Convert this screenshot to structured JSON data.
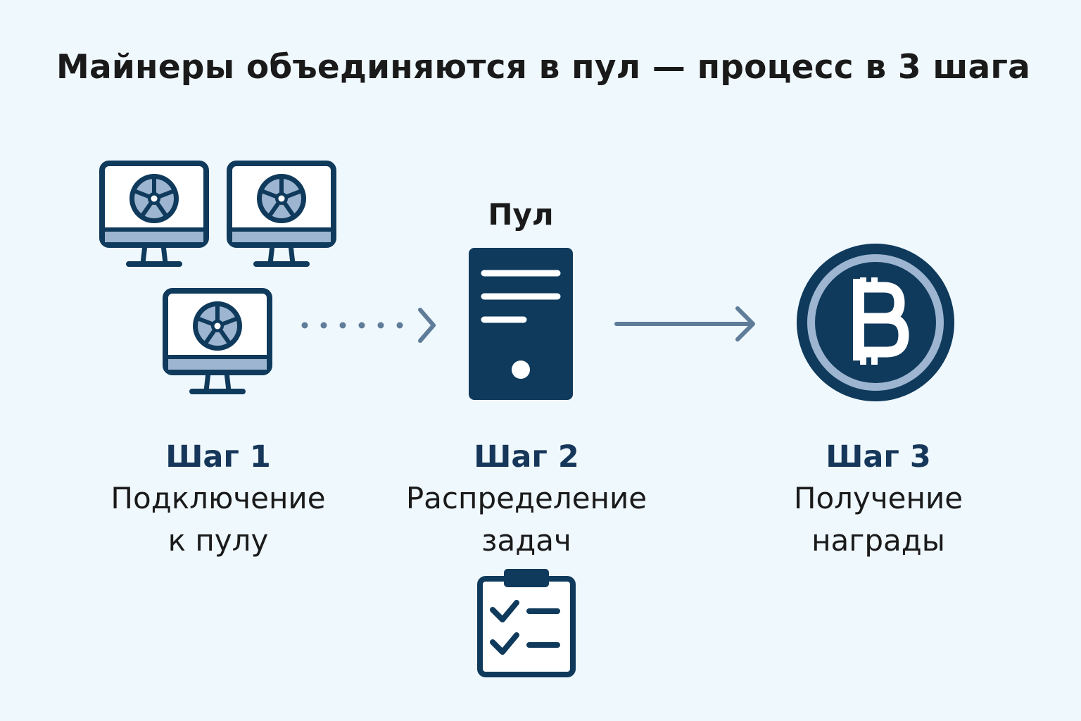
{
  "title": "Майнеры объединяются в пул — процесс в 3 шага",
  "pool_label": "Пул",
  "colors": {
    "background": "#eff8fd",
    "navy": "#0f3a5c",
    "light_blue": "#9db5d0",
    "arrow": "#5f7c99"
  },
  "icons": [
    "miner-computer-icon",
    "server-icon",
    "bitcoin-coin-icon",
    "clipboard-checklist-icon"
  ],
  "steps": [
    {
      "head": "Шаг 1",
      "desc": "Подключение\nк пулу"
    },
    {
      "head": "Шаг 2",
      "desc": "Распределение\nзадач"
    },
    {
      "head": "Шаг 3",
      "desc": "Получение\nнаграды"
    }
  ]
}
